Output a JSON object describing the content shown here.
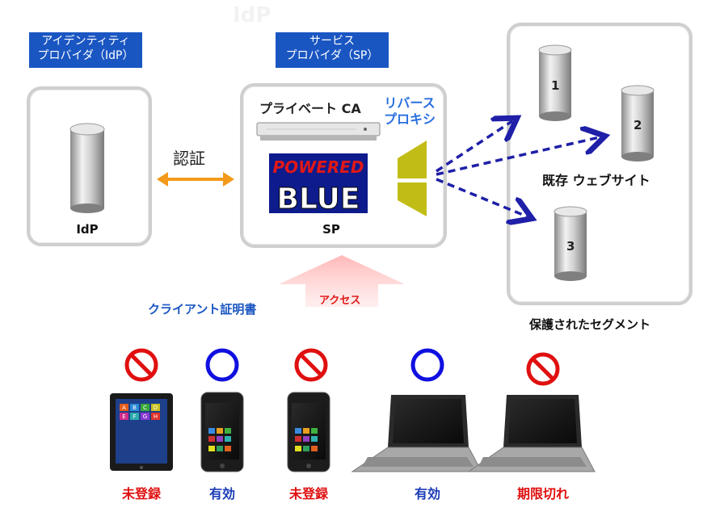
{
  "header": {
    "faded_title": "IdP"
  },
  "idp": {
    "label_line1": "アイデンティティ",
    "label_line2": "プロバイダ（IdP）",
    "node_caption": "IdP"
  },
  "auth": {
    "label": "認証"
  },
  "sp": {
    "label_line1": "サービス",
    "label_line2": "プロバイダ（SP）",
    "private_ca": "プライベート CA",
    "reverse_proxy_line1": "リバース",
    "reverse_proxy_line2": "プロキシ",
    "logo_top": "POWERED",
    "logo_bottom": "BLUE",
    "node_caption": "SP"
  },
  "segment": {
    "servers": [
      "1",
      "2",
      "3"
    ],
    "existing_sites": "既存 ウェブサイト",
    "protected_segment": "保護されたセグメント"
  },
  "access": {
    "arrow_label": "アクセス",
    "client_cert": "クライアント証明書"
  },
  "devices": [
    {
      "type": "tablet",
      "mark": "prohibited",
      "status": "未登録",
      "color": "#e01010"
    },
    {
      "type": "phone",
      "mark": "valid",
      "status": "有効",
      "color": "#1a3ab8"
    },
    {
      "type": "phone",
      "mark": "prohibited",
      "status": "未登録",
      "color": "#e01010"
    },
    {
      "type": "laptop",
      "mark": "valid",
      "status": "有効",
      "color": "#1a3ab8"
    },
    {
      "type": "laptop",
      "mark": "prohibited",
      "status": "期限切れ",
      "color": "#e01010"
    }
  ],
  "tablet_tiles": [
    "A",
    "B",
    "C",
    "D",
    "E",
    "F",
    "G",
    "H"
  ]
}
